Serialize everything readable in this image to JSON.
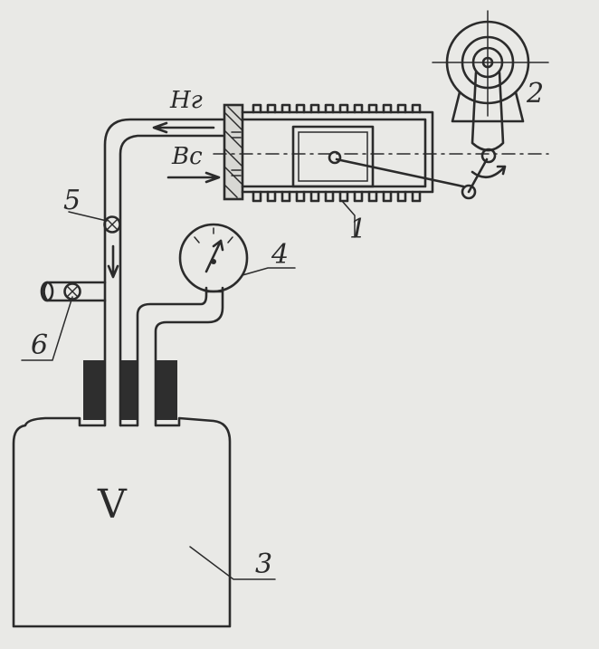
{
  "labels": {
    "cylinder": "1",
    "flywheel": "2",
    "vessel": "3",
    "gauge": "4",
    "valve_top": "5",
    "valve_side": "6",
    "volume": "V",
    "outlet": "Нг",
    "inlet": "Вс"
  },
  "colors": {
    "ink": "#2b2b2b",
    "paper": "#e9e9e6",
    "stopper": "#2e2e2e"
  }
}
